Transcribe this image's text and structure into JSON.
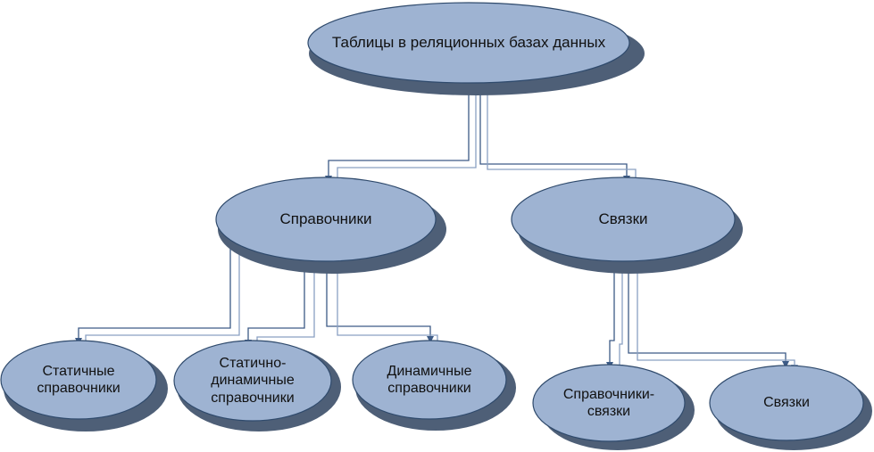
{
  "diagram": {
    "colors": {
      "node_fill": "#9eb3d2",
      "node_stroke": "#2f4a6c",
      "shadow": "#4e5f77",
      "connector": "#3d5b86",
      "connector_light": "#8aa0c2",
      "background": "#ffffff"
    },
    "root": {
      "label": "Таблицы в реляционных базах данных"
    },
    "left_branch": {
      "label": "Справочники",
      "children": [
        {
          "label": "Статичные\nсправочники"
        },
        {
          "label": "Статично-\nдинамичные\nсправочники"
        },
        {
          "label": "Динамичные\nсправочники"
        }
      ]
    },
    "right_branch": {
      "label": "Связки",
      "children": [
        {
          "label": "Справочники-\nсвязки"
        },
        {
          "label": "Связки"
        }
      ]
    }
  }
}
